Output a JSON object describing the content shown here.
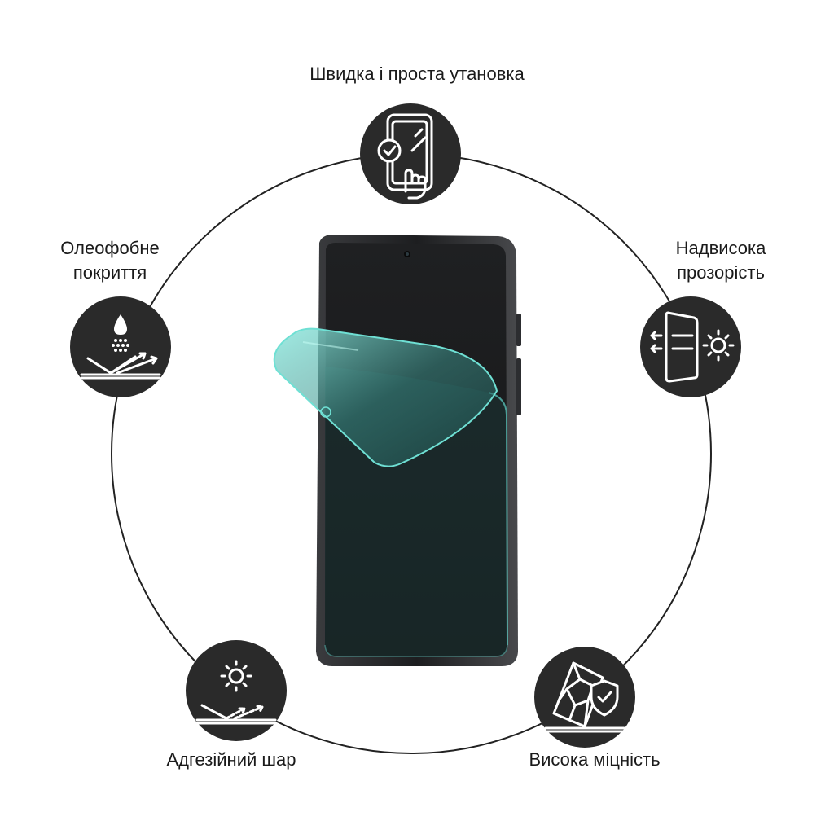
{
  "features": {
    "top": {
      "label": "Швидка і проста утановка",
      "icon": "phone-tap-install-icon"
    },
    "left_upper": {
      "line1": "Олеофобне",
      "line2": "покриття",
      "icon": "oleophobic-drop-icon"
    },
    "right_upper": {
      "line1": "Надвисока",
      "line2": "прозорість",
      "icon": "transparency-sun-icon"
    },
    "left_lower": {
      "label": "Адгезійний шар",
      "icon": "adhesive-sun-icon"
    },
    "right_lower": {
      "label": "Висока міцність",
      "icon": "shield-crack-icon"
    }
  },
  "colors": {
    "icon_bg": "#2a2a2a",
    "ring": "#222222",
    "film_accent": "#5fd3c9",
    "phone_body": "#1b1b1d"
  }
}
